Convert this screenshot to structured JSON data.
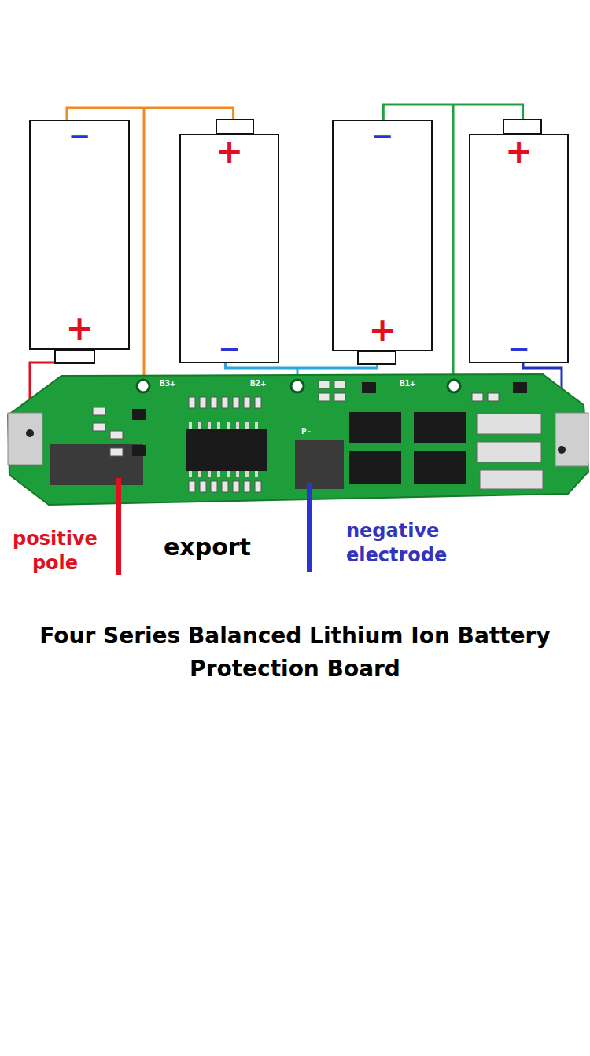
{
  "diagram": {
    "title": "Four Series Balanced Lithium Ion Battery Protection Board",
    "nodes": [
      {
        "text": [
          "−",
          "+"
        ]
      },
      {
        "text": [
          "+",
          "−"
        ]
      },
      {
        "text": [
          "−",
          "+"
        ]
      },
      {
        "text": [
          "+",
          "−"
        ]
      }
    ],
    "edges": [
      {
        "from": 0,
        "to": 1,
        "arrow": "none"
      },
      {
        "from": 1,
        "to": 2,
        "arrow": "none"
      },
      {
        "from": 2,
        "to": 3,
        "arrow": "none"
      }
    ],
    "labels": [
      "B3+",
      "B2+",
      "B1+",
      "P-",
      "positive pole",
      "export",
      "negative electrode"
    ]
  }
}
